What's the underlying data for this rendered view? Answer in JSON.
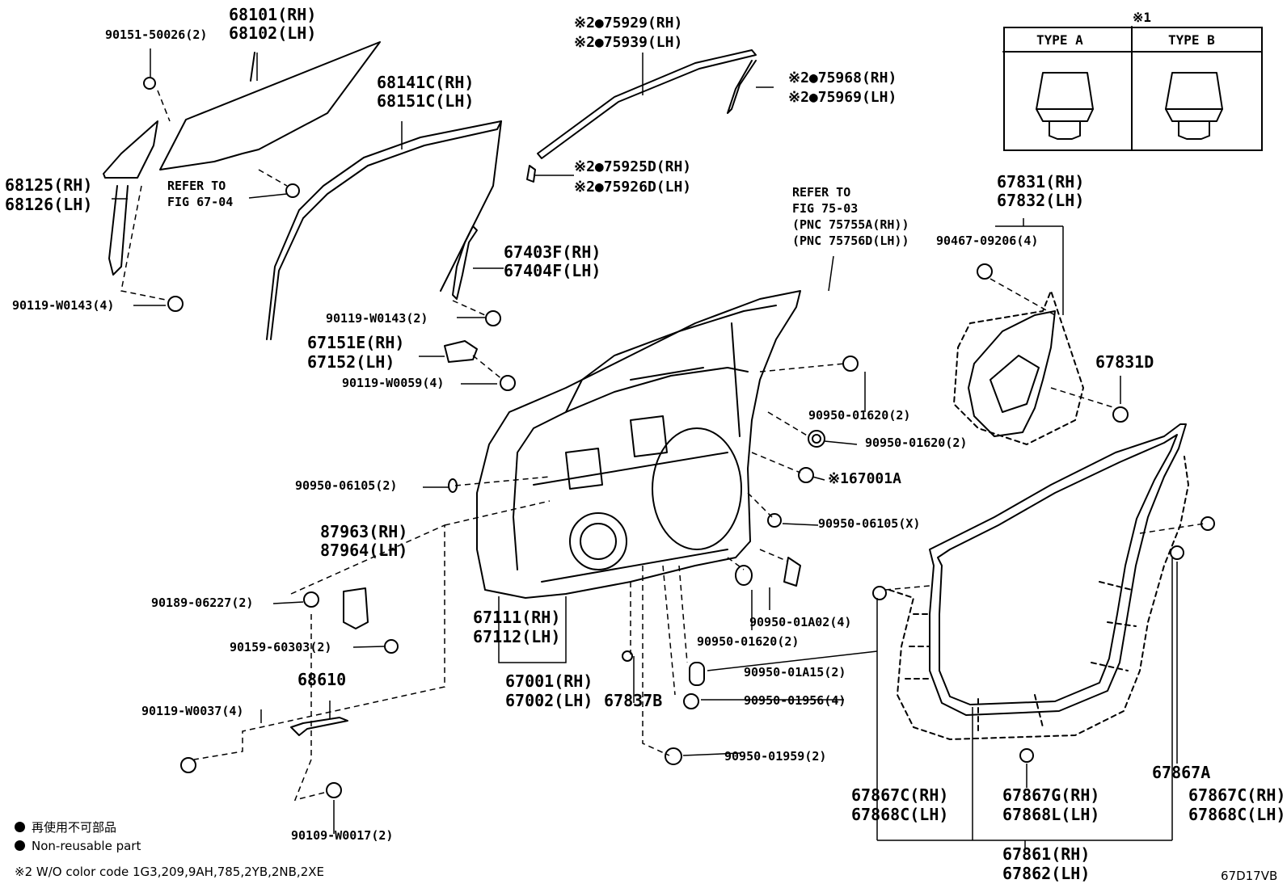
{
  "title_note": "※1",
  "types": {
    "a": "TYPE A",
    "b": "TYPE B"
  },
  "parts": {
    "p90151": "90151-50026(2)",
    "p68101": "68101(RH)",
    "p68102": "68102(LH)",
    "p75929": "※2●75929(RH)",
    "p75939": "※2●75939(LH)",
    "p75968": "※2●75968(RH)",
    "p75969": "※2●75969(LH)",
    "p68141": "68141C(RH)",
    "p68151": "68151C(LH)",
    "p75925": "※2●75925D(RH)",
    "p75926": "※2●75926D(LH)",
    "p68125": "68125(RH)",
    "p68126": "68126(LH)",
    "refer1a": "REFER TO",
    "refer1b": "FIG 67-04",
    "refer2a": "REFER TO",
    "refer2b": "FIG 75-03",
    "refer2c": "(PNC 75755A(RH))",
    "refer2d": "(PNC 75756D(LH))",
    "p67831": "67831(RH)",
    "p67832": "67832(LH)",
    "p90467": "90467-09206(4)",
    "p67403": "67403F(RH)",
    "p67404": "67404F(LH)",
    "p90119a": "90119-W0143(4)",
    "p90119b": "90119-W0143(2)",
    "p67151": "67151E(RH)",
    "p67152": "67152(LH)",
    "p90119c": "90119-W0059(4)",
    "p67831d": "67831D",
    "p90950a": "90950-01620(2)",
    "p90950b": "90950-01620(2)",
    "p90950c": "90950-06105(2)",
    "p67001a": "※167001A",
    "p90950d": "90950-06105(X)",
    "p87963": "87963(RH)",
    "p87964": "87964(LH)",
    "p90189": "90189-06227(2)",
    "p90950e": "90950-01A02(4)",
    "p90950f": "90950-01620(2)",
    "p67111": "67111(RH)",
    "p67112": "67112(LH)",
    "p90159": "90159-60303(2)",
    "p68610": "68610",
    "p90950g": "90950-01A15(2)",
    "p67001": "67001(RH)",
    "p67002": "67002(LH)",
    "p67837": "67837B",
    "p90950h": "90950-01956(4)",
    "p90119d": "90119-W0037(4)",
    "p90950i": "90950-01959(2)",
    "p67867a": "67867A",
    "p67867c1": "67867C(RH)",
    "p67868c1": "67868C(LH)",
    "p67867g": "67867G(RH)",
    "p67868l": "67868L(LH)",
    "p67867c2": "67867C(RH)",
    "p67868c2": "67868C(LH)",
    "p67861": "67861(RH)",
    "p67862": "67862(LH)",
    "p90109": "90109-W0017(2)"
  },
  "legend": {
    "line1": "再使用不可部品",
    "line2": "Non-reusable part",
    "note2": "※2 W/O color code 1G3,209,9AH,785,2YB,2NB,2XE"
  },
  "figure_code": "67D17VB"
}
